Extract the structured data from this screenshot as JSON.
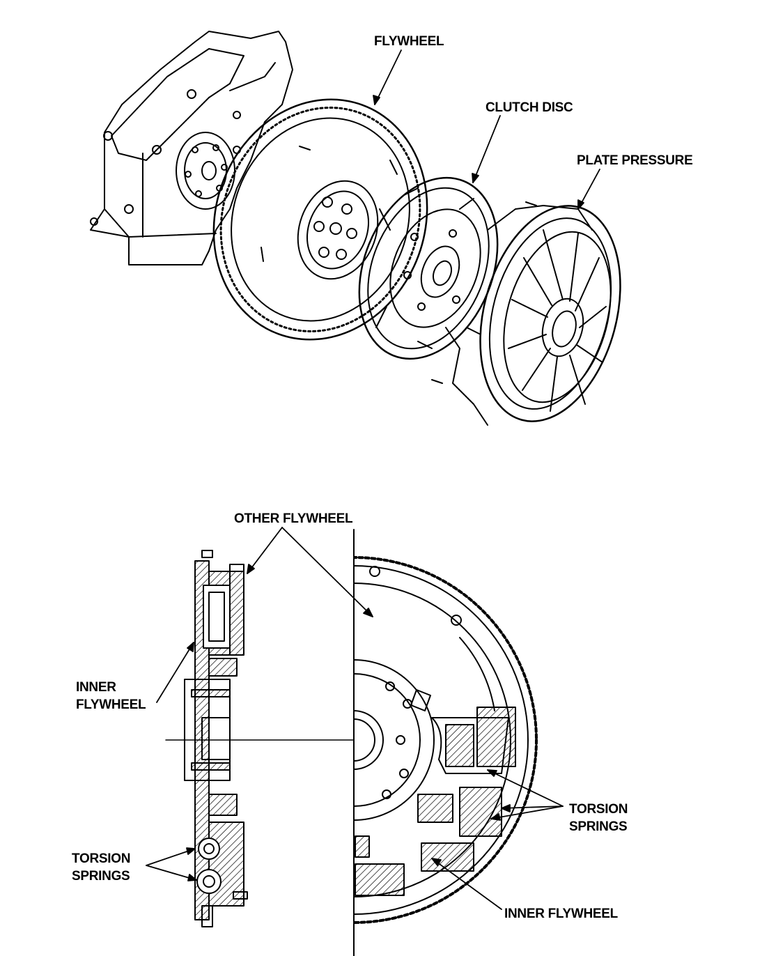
{
  "labels": {
    "flywheel": "FLYWHEEL",
    "clutch_disc": "CLUTCH DISC",
    "plate_pressure": "PLATE PRESSURE",
    "other_flywheel": "OTHER FLYWHEEL",
    "inner_flywheel_left_1": "INNER",
    "inner_flywheel_left_2": "FLYWHEEL",
    "torsion_springs_left_1": "TORSION",
    "torsion_springs_left_2": "SPRINGS",
    "torsion_springs_right_1": "TORSION",
    "torsion_springs_right_2": "SPRINGS",
    "inner_flywheel_bottom": "INNER FLYWHEEL"
  },
  "colors": {
    "ink": "#000000",
    "paper": "#ffffff"
  }
}
